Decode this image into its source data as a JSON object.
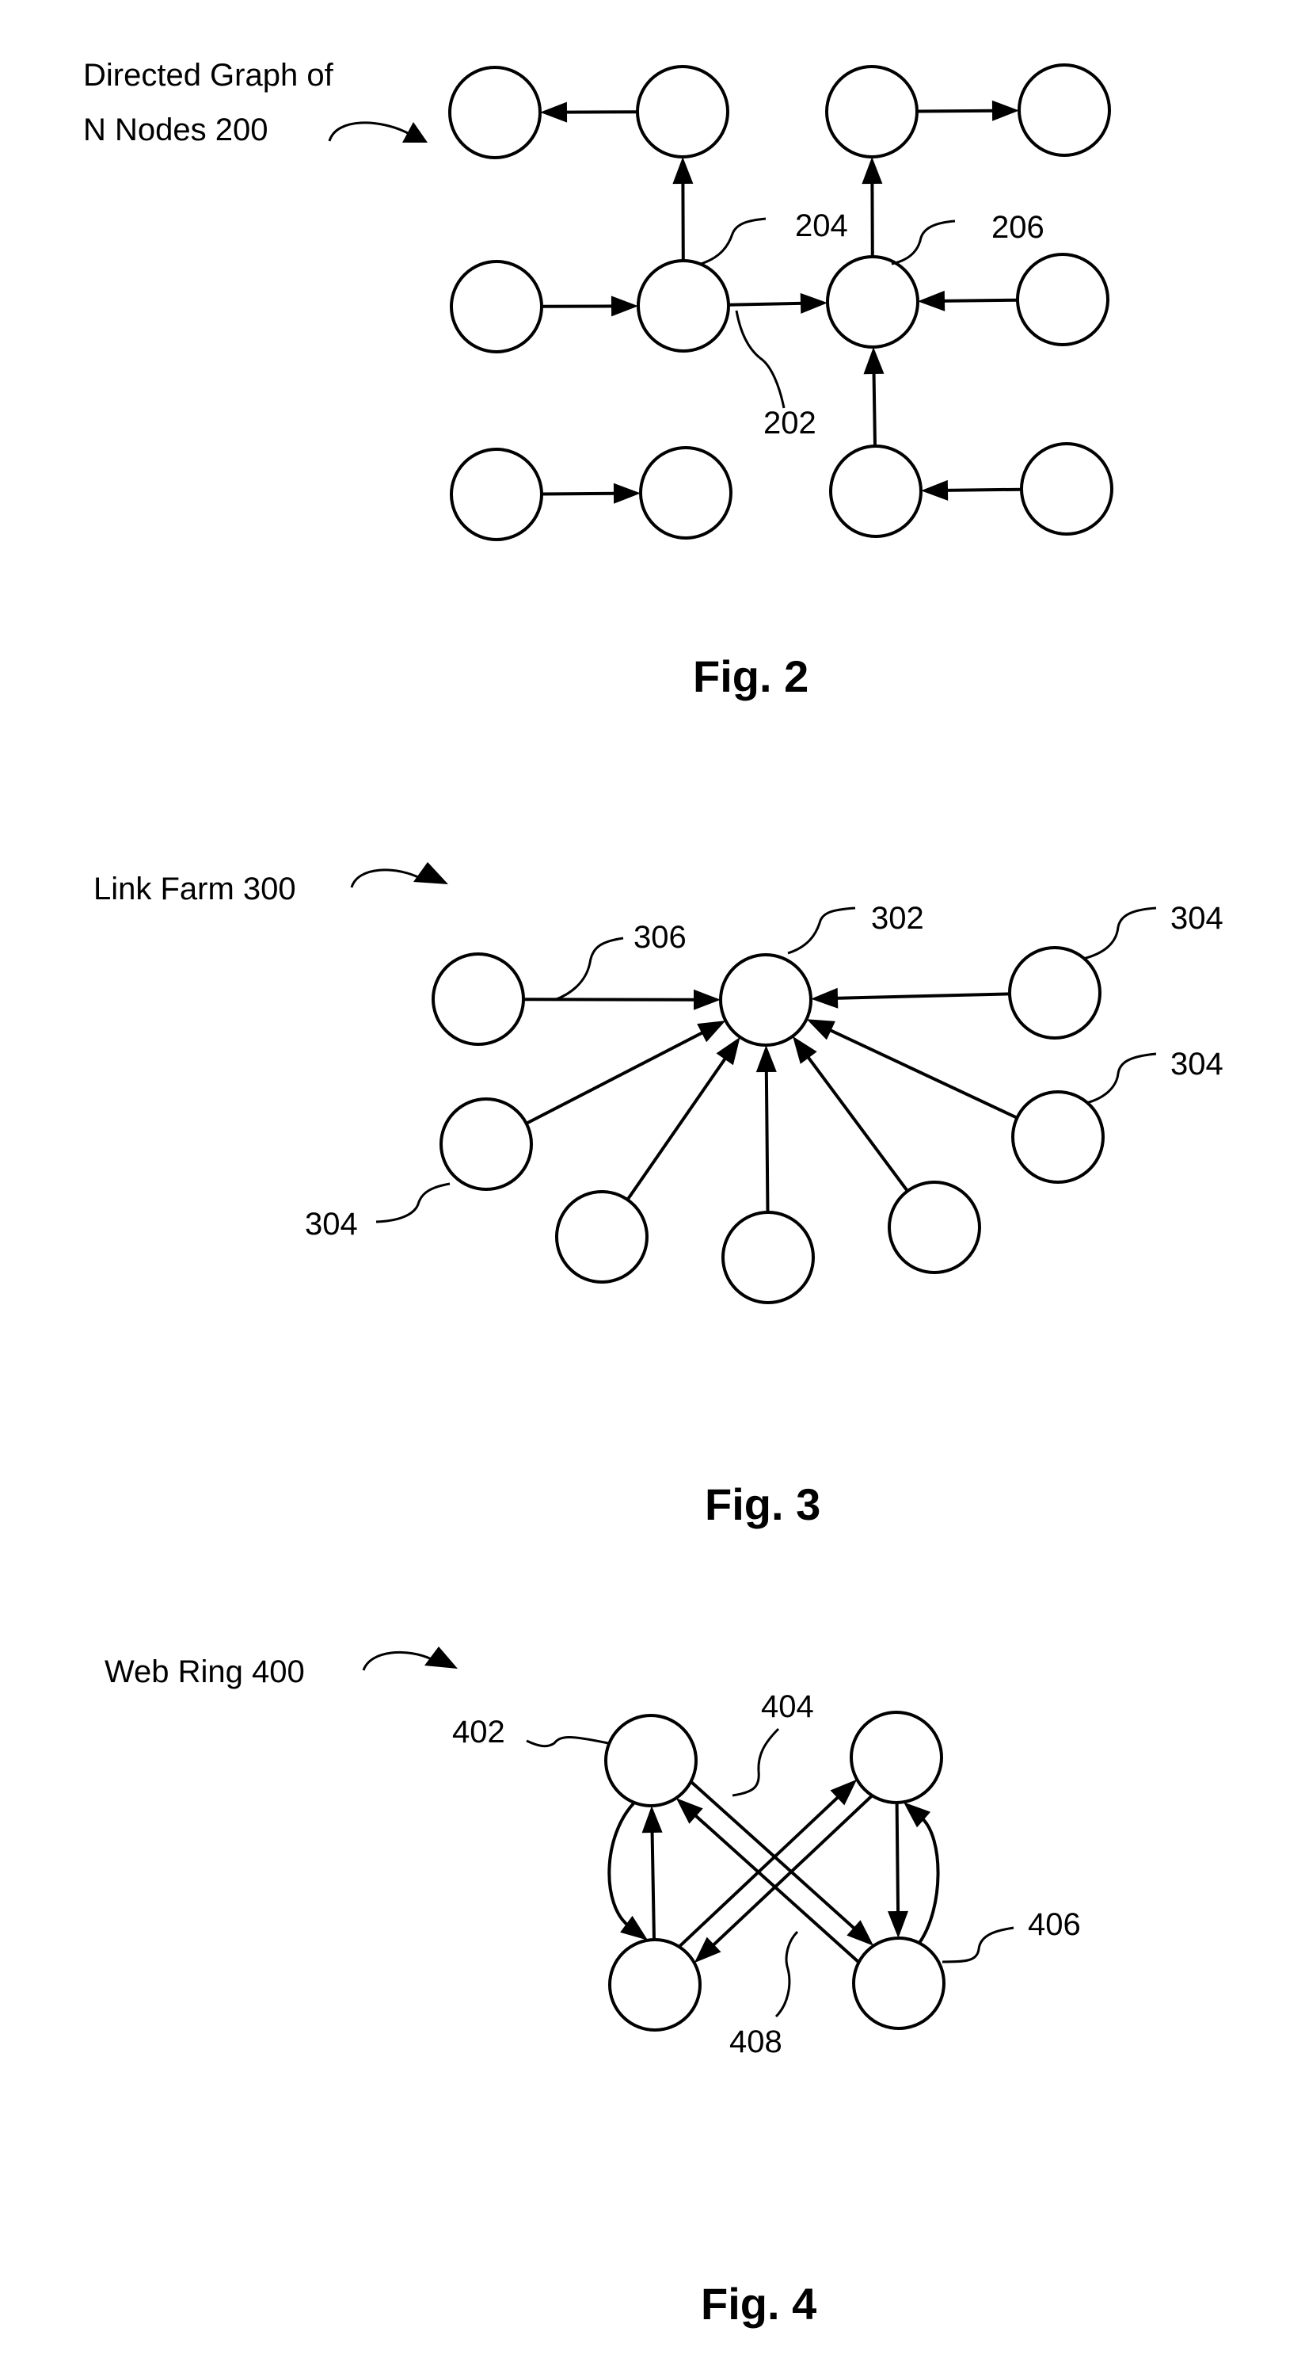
{
  "document": {
    "type": "patent-drawing-sheet",
    "stroke_color": "#000000",
    "background_color": "#ffffff"
  },
  "figures": [
    {
      "id": "fig2",
      "caption": "Fig. 2",
      "title_lines": [
        "Directed Graph of",
        "N Nodes 200"
      ],
      "title_ref": "200",
      "nodes": [
        {
          "id": "a1"
        },
        {
          "id": "a2"
        },
        {
          "id": "a3"
        },
        {
          "id": "a4"
        },
        {
          "id": "b1"
        },
        {
          "id": "b2",
          "ref": "204"
        },
        {
          "id": "b3",
          "ref": "206"
        },
        {
          "id": "b4"
        },
        {
          "id": "c1"
        },
        {
          "id": "c2"
        },
        {
          "id": "c3"
        },
        {
          "id": "c4"
        }
      ],
      "edges": [
        {
          "from": "a2",
          "to": "a1"
        },
        {
          "from": "b2",
          "to": "a2"
        },
        {
          "from": "a3",
          "to": "a4"
        },
        {
          "from": "b3",
          "to": "a3"
        },
        {
          "from": "b1",
          "to": "b2"
        },
        {
          "from": "b2",
          "to": "b3",
          "ref": "202"
        },
        {
          "from": "b4",
          "to": "b3"
        },
        {
          "from": "c3",
          "to": "b3"
        },
        {
          "from": "c1",
          "to": "c2"
        },
        {
          "from": "c4",
          "to": "c3"
        }
      ],
      "reference_labels": [
        "202",
        "204",
        "206"
      ]
    },
    {
      "id": "fig3",
      "caption": "Fig. 3",
      "title_lines": [
        "Link Farm 300"
      ],
      "title_ref": "300",
      "nodes": [
        {
          "id": "hub",
          "ref": "302"
        },
        {
          "id": "left",
          "edge_ref": "306"
        },
        {
          "id": "right",
          "ref": "304"
        },
        {
          "id": "midleft",
          "ref": "304"
        },
        {
          "id": "midright",
          "ref": "304"
        },
        {
          "id": "botleft"
        },
        {
          "id": "botcenter"
        },
        {
          "id": "botright"
        }
      ],
      "edges": [
        {
          "from": "left",
          "to": "hub",
          "ref": "306"
        },
        {
          "from": "right",
          "to": "hub"
        },
        {
          "from": "midleft",
          "to": "hub"
        },
        {
          "from": "midright",
          "to": "hub"
        },
        {
          "from": "botleft",
          "to": "hub"
        },
        {
          "from": "botcenter",
          "to": "hub"
        },
        {
          "from": "botright",
          "to": "hub"
        }
      ],
      "reference_labels": [
        "302",
        "304",
        "304",
        "304",
        "306"
      ]
    },
    {
      "id": "fig4",
      "caption": "Fig. 4",
      "title_lines": [
        "Web Ring 400"
      ],
      "title_ref": "400",
      "nodes": [
        {
          "id": "tl",
          "ref": "402"
        },
        {
          "id": "tr"
        },
        {
          "id": "bl"
        },
        {
          "id": "br",
          "ref": "406"
        }
      ],
      "edges": [
        {
          "from": "bl",
          "to": "tl",
          "shape": "straight"
        },
        {
          "from": "tl",
          "to": "bl",
          "shape": "curved"
        },
        {
          "from": "tr",
          "to": "br",
          "shape": "straight"
        },
        {
          "from": "br",
          "to": "tr",
          "shape": "curved"
        },
        {
          "from": "tl",
          "to": "br",
          "shape": "straight",
          "ref": "404"
        },
        {
          "from": "br",
          "to": "tl",
          "shape": "straight",
          "ref": "408"
        },
        {
          "from": "bl",
          "to": "tr",
          "shape": "straight"
        },
        {
          "from": "tr",
          "to": "bl",
          "shape": "straight"
        }
      ],
      "reference_labels": [
        "402",
        "404",
        "406",
        "408"
      ]
    }
  ],
  "text": {
    "fig2_title_1": "Directed Graph of",
    "fig2_title_2": "N Nodes 200",
    "fig2_caption": "Fig. 2",
    "fig2_ref_202": "202",
    "fig2_ref_204": "204",
    "fig2_ref_206": "206",
    "fig3_title": "Link Farm 300",
    "fig3_caption": "Fig. 3",
    "fig3_ref_302": "302",
    "fig3_ref_304_a": "304",
    "fig3_ref_304_b": "304",
    "fig3_ref_304_c": "304",
    "fig3_ref_306": "306",
    "fig4_title": "Web Ring 400",
    "fig4_caption": "Fig. 4",
    "fig4_ref_402": "402",
    "fig4_ref_404": "404",
    "fig4_ref_406": "406",
    "fig4_ref_408": "408"
  }
}
